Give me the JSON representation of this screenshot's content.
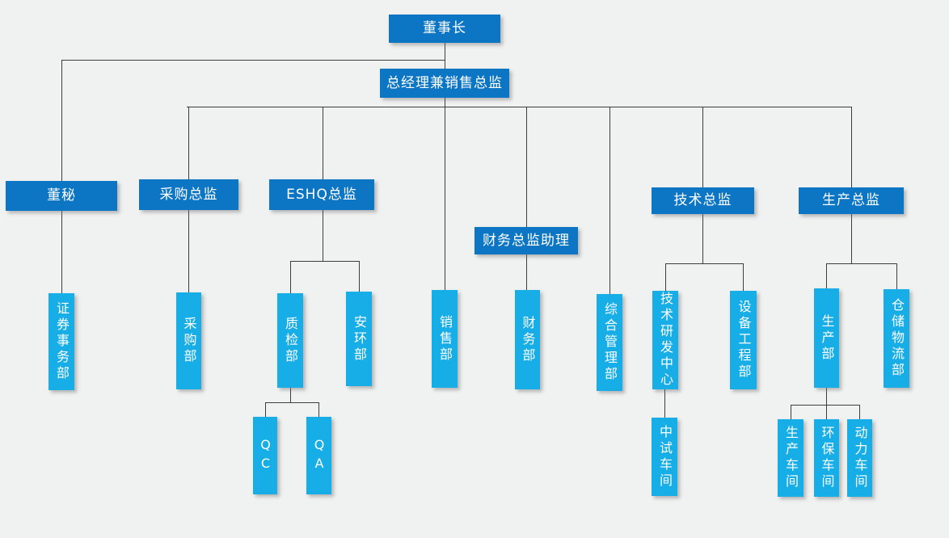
{
  "diagram": {
    "type": "org-chart",
    "colors": {
      "director_box": "#0d76c4",
      "department_box": "#17ade6",
      "connector": "#3d3d3d",
      "background": "#f0f1f1",
      "text": "#ffffff"
    }
  },
  "nodes": {
    "chairman": {
      "label": "董事长"
    },
    "gm": {
      "label": "总经理兼销售总监"
    },
    "board_secretary": {
      "label": "董秘"
    },
    "procurement_director": {
      "label": "采购总监"
    },
    "eshq_director": {
      "label": "ESHQ总监"
    },
    "finance_director_assistant": {
      "label": "财务总监助理"
    },
    "tech_director": {
      "label": "技术总监"
    },
    "production_director": {
      "label": "生产总监"
    },
    "securities_dept": {
      "label": "证券事务部"
    },
    "procurement_dept": {
      "label": "采购部"
    },
    "quality_dept": {
      "label": "质检部"
    },
    "safety_env_dept": {
      "label": "安环部"
    },
    "sales_dept": {
      "label": "销售部"
    },
    "finance_dept": {
      "label": "财务部"
    },
    "general_admin_dept": {
      "label": "综合管理部"
    },
    "tech_rd_center": {
      "label": "技术研发中心"
    },
    "equipment_eng_dept": {
      "label": "设备工程部"
    },
    "production_dept": {
      "label": "生产部"
    },
    "warehouse_logistics_dept": {
      "label": "仓储物流部"
    },
    "qc_team": {
      "label": "QC"
    },
    "qa_team": {
      "label": "QA"
    },
    "pilot_workshop": {
      "label": "中试车间"
    },
    "production_workshop": {
      "label": "生产车间"
    },
    "env_workshop": {
      "label": "环保车间"
    },
    "power_workshop": {
      "label": "动力车间"
    }
  },
  "edges": [
    [
      "chairman",
      "board_secretary"
    ],
    [
      "chairman",
      "gm"
    ],
    [
      "board_secretary",
      "securities_dept"
    ],
    [
      "gm",
      "procurement_director"
    ],
    [
      "gm",
      "eshq_director"
    ],
    [
      "gm",
      "sales_dept"
    ],
    [
      "gm",
      "finance_director_assistant"
    ],
    [
      "gm",
      "general_admin_dept"
    ],
    [
      "gm",
      "tech_director"
    ],
    [
      "gm",
      "production_director"
    ],
    [
      "procurement_director",
      "procurement_dept"
    ],
    [
      "eshq_director",
      "quality_dept"
    ],
    [
      "eshq_director",
      "safety_env_dept"
    ],
    [
      "quality_dept",
      "qc_team"
    ],
    [
      "quality_dept",
      "qa_team"
    ],
    [
      "finance_director_assistant",
      "finance_dept"
    ],
    [
      "tech_director",
      "tech_rd_center"
    ],
    [
      "tech_director",
      "equipment_eng_dept"
    ],
    [
      "tech_rd_center",
      "pilot_workshop"
    ],
    [
      "production_director",
      "production_dept"
    ],
    [
      "production_director",
      "warehouse_logistics_dept"
    ],
    [
      "production_dept",
      "production_workshop"
    ],
    [
      "production_dept",
      "env_workshop"
    ],
    [
      "production_dept",
      "power_workshop"
    ]
  ]
}
